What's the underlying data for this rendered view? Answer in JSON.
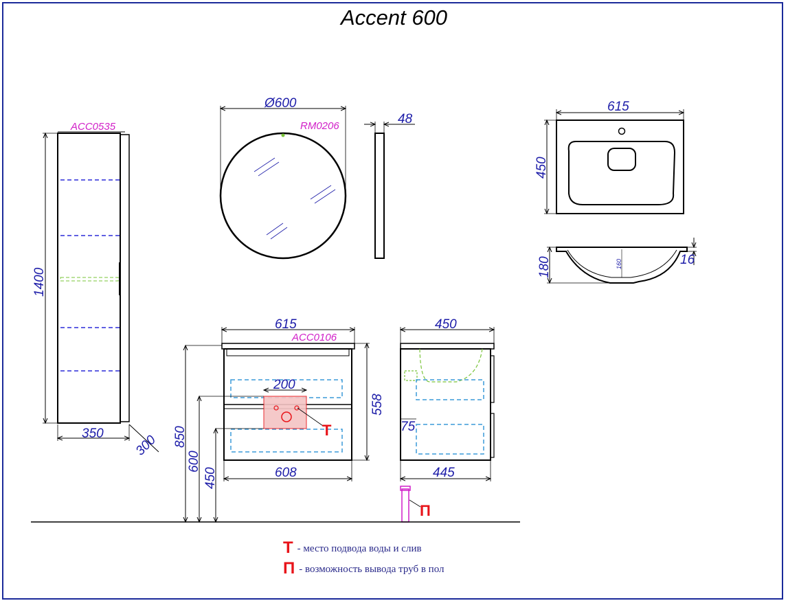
{
  "title": "Accent 600",
  "codes": {
    "cabinet_tall": "ACC0535",
    "mirror": "RM0206",
    "vanity": "ACC0106"
  },
  "dimensions": {
    "tall_height": "1400",
    "tall_width": "350",
    "tall_depth": "300",
    "mirror_diameter": "Ø600",
    "mirror_depth": "48",
    "basin_width": "615",
    "basin_depth": "450",
    "basin_height": "180",
    "basin_rim": "16",
    "basin_bowl": "160",
    "vanity_top_width": "615",
    "vanity_body_width": "608",
    "vanity_height": "558",
    "floor_to_top": "850",
    "floor_to_plumbing": "600",
    "floor_to_bottom": "450",
    "plumbing_zone": "200",
    "side_top_depth": "450",
    "side_body_depth": "445",
    "side_offset": "75"
  },
  "markers": {
    "t": "Т",
    "p": "П"
  },
  "legend": [
    {
      "symbol": "Т",
      "text": "- место подвода воды и слив"
    },
    {
      "symbol": "П",
      "text": "- возможность вывода труб в пол"
    }
  ],
  "colors": {
    "dimension": "#1c1ca8",
    "code": "#d11fc8",
    "marker": "#e8141a",
    "shelf": "#2a2ad8",
    "hidden": "#3a9ad8",
    "accent": "#7ac43a",
    "outline": "#000000"
  }
}
